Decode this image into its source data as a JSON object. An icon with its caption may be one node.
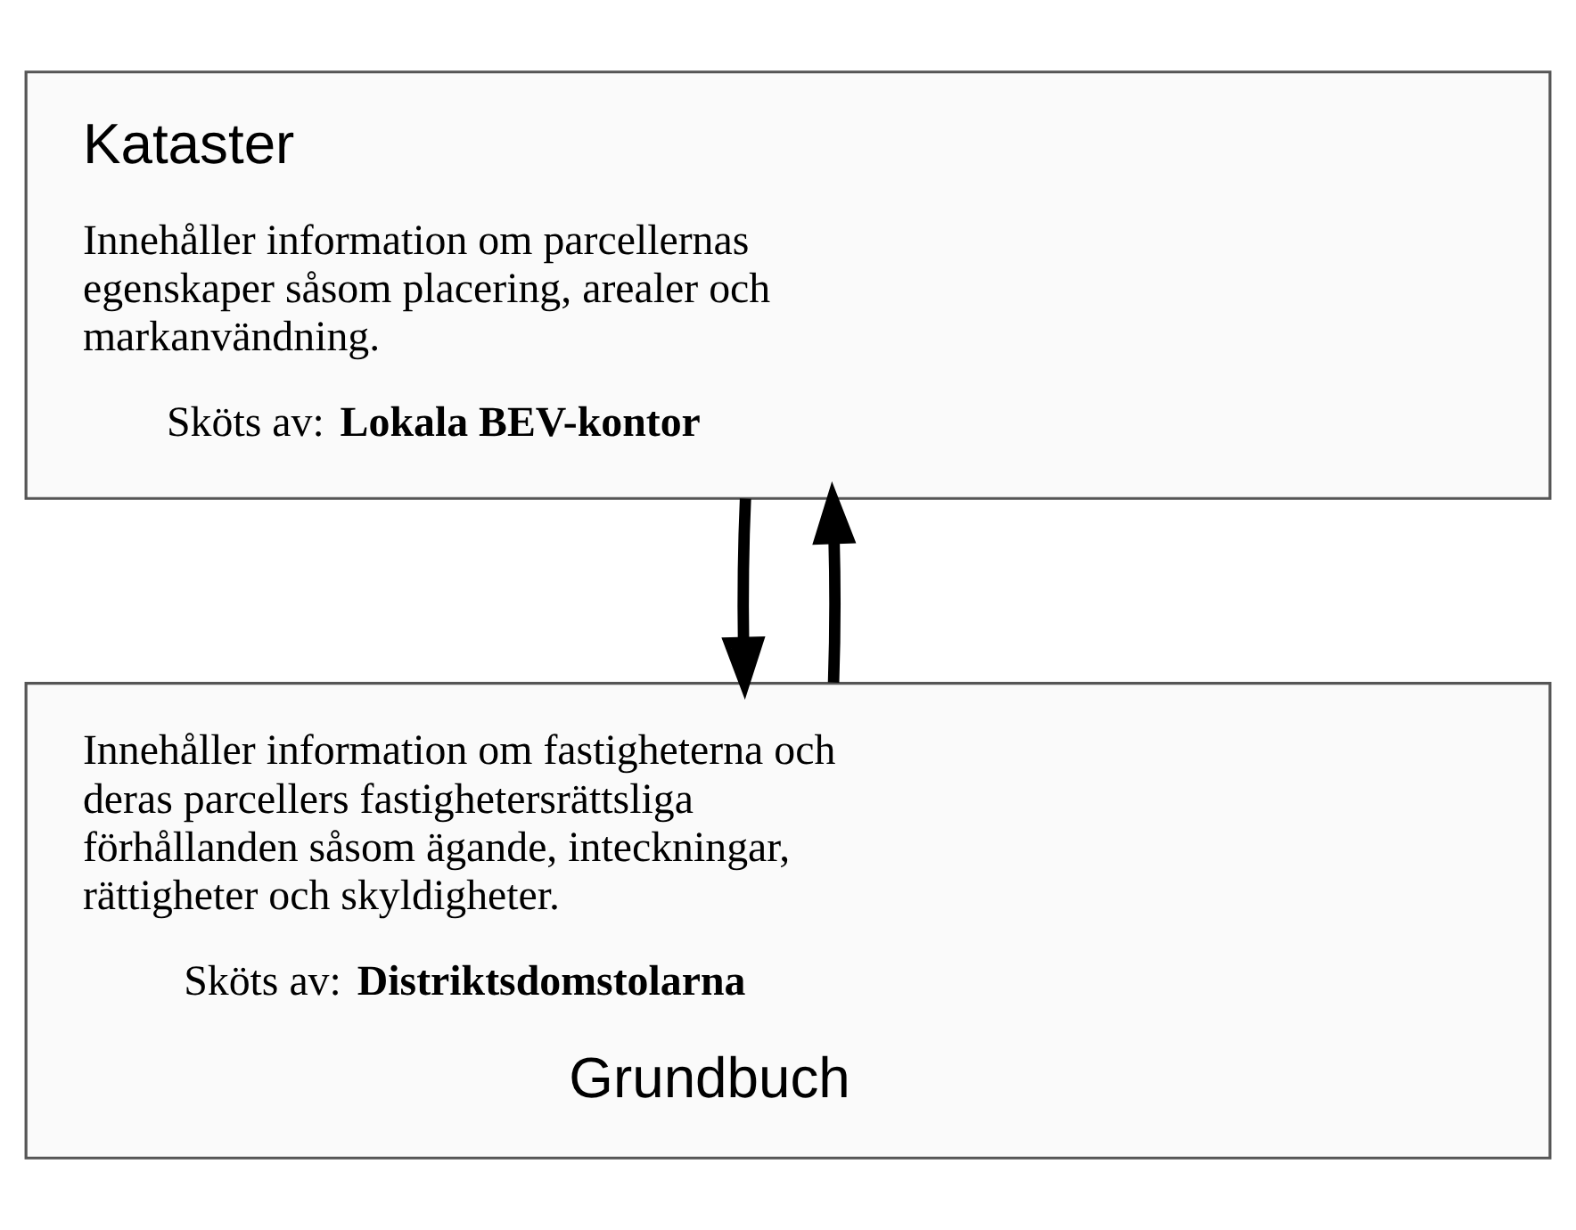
{
  "diagram": {
    "nodes": [
      {
        "text": [
          "Kataster",
          "Innehåller information om parcellernas egenskaper såsom placering, arealer och markanvändning.",
          "Sköts av: **Lokala BEV-kontor**"
        ]
      },
      {
        "text": [
          "Innehåller information om fastigheterna och deras parcellers fastighetersrättsliga förhållanden såsom ägande, inteckningar, rättigheter och skyldigheter.",
          "Sköts av: **Distriktsdomstolarna**",
          "Grundbuch"
        ]
      }
    ],
    "edges": [
      {
        "from": 0,
        "to": 1,
        "arrow": "to"
      },
      {
        "from": 1,
        "to": 0,
        "arrow": "to"
      }
    ]
  }
}
